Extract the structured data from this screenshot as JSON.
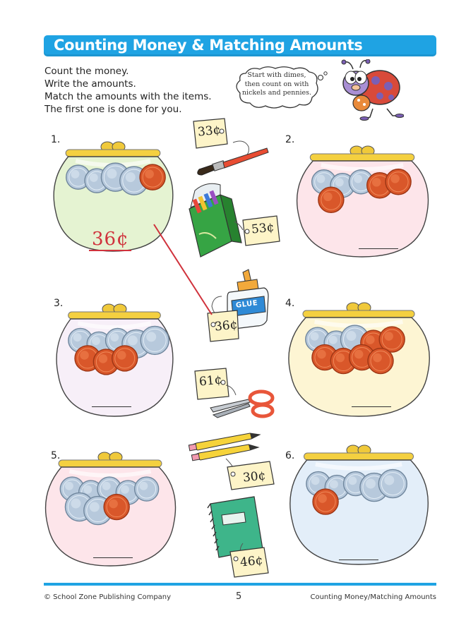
{
  "header": {
    "title": "Counting Money & Matching Amounts",
    "accent_color": "#1fa3e3"
  },
  "instructions": [
    "Count the money.",
    "Write the amounts.",
    "Match the amounts with the items.",
    "The first one is done for you."
  ],
  "speech_bubble": {
    "lines": [
      "Start with dimes,",
      "then count on with",
      "nickels and pennies."
    ]
  },
  "problems": [
    {
      "number": "1.",
      "answer": "36¢",
      "coins": [
        "dime",
        "dime",
        "nickel",
        "nickel",
        "penny"
      ],
      "purse_color": "#e5f3d2"
    },
    {
      "number": "2.",
      "answer": "",
      "coins": [
        "dime",
        "dime",
        "dime",
        "penny",
        "penny",
        "penny"
      ],
      "purse_color": "#fde5ea"
    },
    {
      "number": "3.",
      "answer": "",
      "coins": [
        "dime",
        "dime",
        "dime",
        "nickel",
        "nickel",
        "penny",
        "penny",
        "penny"
      ],
      "purse_color": "#f7eff8"
    },
    {
      "number": "4.",
      "answer": "",
      "coins": [
        "dime",
        "dime",
        "nickel",
        "penny",
        "penny",
        "penny",
        "penny",
        "penny",
        "penny"
      ],
      "purse_color": "#fdf5d3"
    },
    {
      "number": "5.",
      "answer": "",
      "coins": [
        "dime",
        "dime",
        "dime",
        "dime",
        "dime",
        "nickel",
        "nickel",
        "penny"
      ],
      "purse_color": "#fde5ea"
    },
    {
      "number": "6.",
      "answer": "",
      "coins": [
        "dime",
        "dime",
        "dime",
        "nickel",
        "nickel",
        "penny"
      ],
      "purse_color": "#e3eef9"
    }
  ],
  "price_tags": [
    {
      "item": "paintbrush",
      "price": "33¢"
    },
    {
      "item": "crayons",
      "price": "53¢"
    },
    {
      "item": "glue",
      "price": "36¢",
      "label": "GLUE"
    },
    {
      "item": "scissors",
      "price": "61¢"
    },
    {
      "item": "pencils",
      "price": "30¢"
    },
    {
      "item": "notebook",
      "price": "46¢"
    }
  ],
  "coin_colors": {
    "silver": "#b7c9dc",
    "silver_edge": "#6f869d",
    "copper": "#d9572a",
    "copper_edge": "#9c3514"
  },
  "match_line_color": "#d0323c",
  "footer": {
    "publisher": "© School Zone Publishing Company",
    "page_number": "5",
    "section": "Counting Money/Matching Amounts"
  }
}
